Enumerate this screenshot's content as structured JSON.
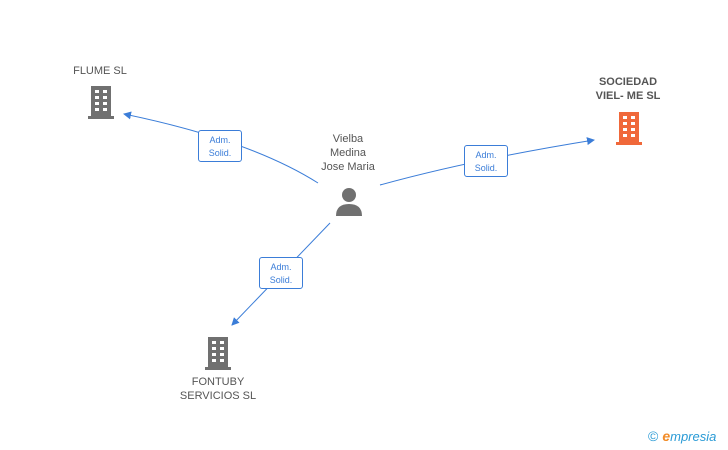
{
  "person": {
    "name": "Vielba\nMedina\nJose Maria",
    "icon": "person-icon"
  },
  "companies": {
    "flume": {
      "name": "FLUME SL",
      "icon": "building-icon",
      "color": "#707070"
    },
    "sociedad": {
      "name": "SOCIEDAD\nVIEL- ME SL",
      "icon": "building-icon",
      "color": "#f0683a"
    },
    "fontuby": {
      "name": "FONTUBY\nSERVICIOS SL",
      "icon": "building-icon",
      "color": "#707070"
    }
  },
  "relations": {
    "flume": {
      "line1": "Adm.",
      "line2": "Solid."
    },
    "sociedad": {
      "line1": "Adm.",
      "line2": "Solid."
    },
    "fontuby": {
      "line1": "Adm.",
      "line2": "Solid."
    }
  },
  "colors": {
    "edge": "#3b7dd8",
    "node_gray": "#707070",
    "node_highlight": "#f0683a"
  },
  "brand": {
    "copyright": "©",
    "e": "e",
    "rest": "mpresia"
  }
}
